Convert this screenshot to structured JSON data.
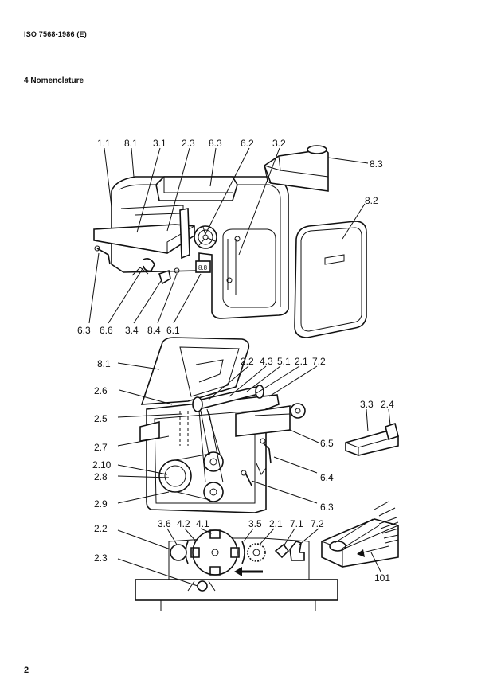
{
  "header": {
    "standard": "ISO 7568-1986 (E)"
  },
  "section": {
    "title": "4   Nomenclature"
  },
  "page_number": "2",
  "labels": {
    "a_1_1": "1.1",
    "a_8_1": "8.1",
    "a_3_1": "3.1",
    "a_2_3": "2.3",
    "a_8_3": "8.3",
    "a_6_2": "6.2",
    "a_3_2": "3.2",
    "a_8_3b": "8.3",
    "a_8_2": "8.2",
    "a_6_3": "6.3",
    "a_6_6": "6.6",
    "a_3_4": "3.4",
    "a_8_4": "8.4",
    "a_6_1": "6.1",
    "a_88": "8.8",
    "b_8_1": "8.1",
    "b_2_6": "2.6",
    "b_2_5": "2.5",
    "b_2_7": "2.7",
    "b_2_10": "2.10",
    "b_2_8": "2.8",
    "b_2_9": "2.9",
    "b_2_2": "2.2",
    "b_4_3": "4.3",
    "b_5_1": "5.1",
    "b_2_1": "2.1",
    "b_7_2": "7.2",
    "b_6_5": "6.5",
    "b_6_4": "6.4",
    "b_6_3": "6.3",
    "c_3_3": "3.3",
    "c_2_4": "2.4",
    "d_2_2": "2.2",
    "d_2_3": "2.3",
    "d_3_6": "3.6",
    "d_4_2": "4.2",
    "d_4_1": "4.1",
    "d_3_5": "3.5",
    "d_2_1": "2.1",
    "d_7_1": "7.1",
    "d_7_2": "7.2",
    "e_101": "101"
  }
}
